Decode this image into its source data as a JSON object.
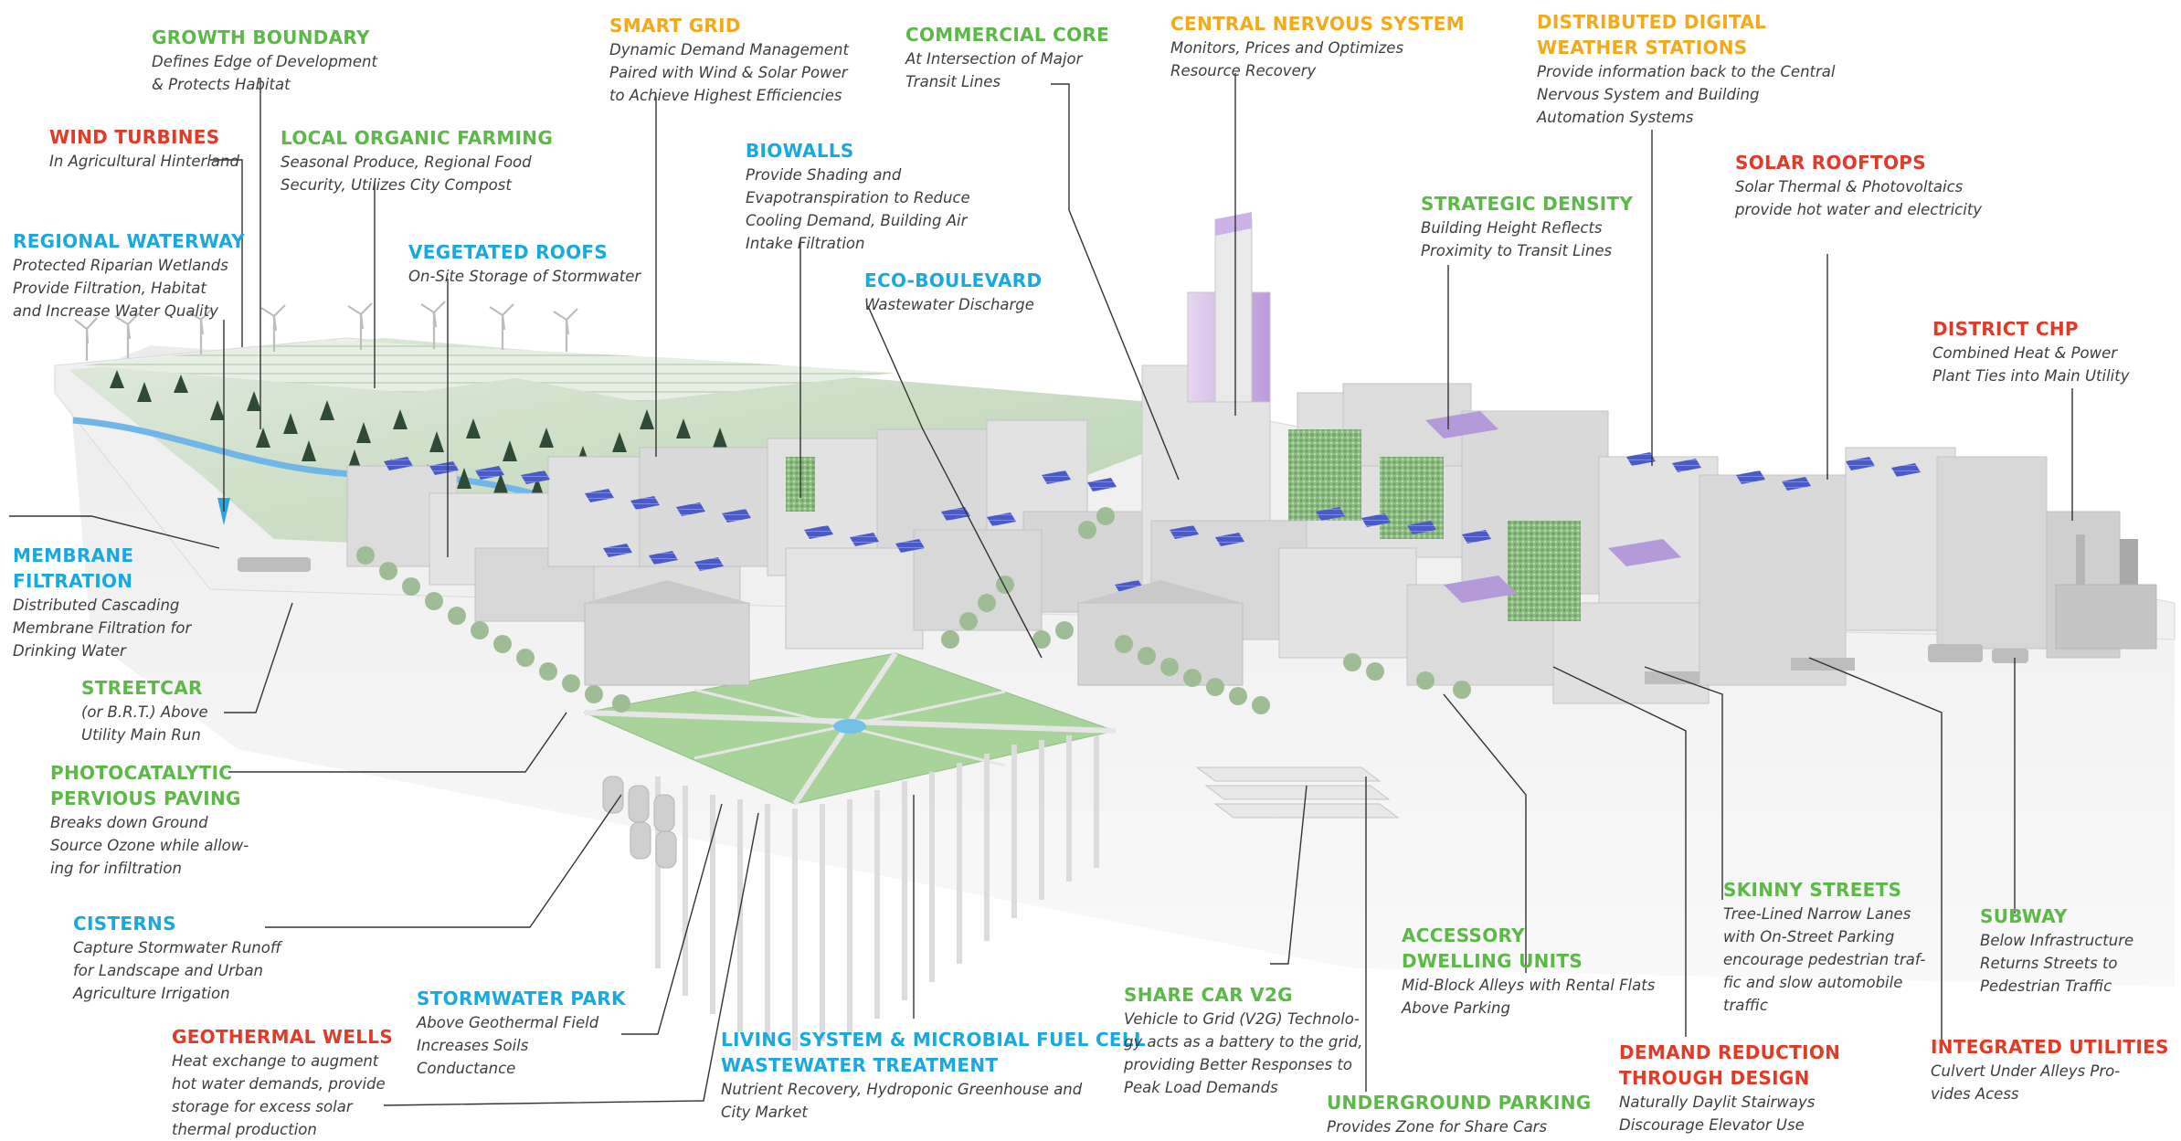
{
  "colors": {
    "green": "#5cb847",
    "blue": "#19a8e0",
    "orange": "#f2a91b",
    "red": "#e13a27",
    "description": "#3e3e3e",
    "leader": "#333333"
  },
  "labels": [
    {
      "id": "growth-boundary",
      "color": "green",
      "title": [
        "GROWTH BOUNDARY"
      ],
      "desc": [
        "Defines Edge of Development",
        "& Protects Habitat"
      ]
    },
    {
      "id": "wind-turbines",
      "color": "red",
      "title": [
        "WIND TURBINES"
      ],
      "desc": [
        "In Agricultural Hinterland"
      ]
    },
    {
      "id": "local-organic-farming",
      "color": "green",
      "title": [
        "LOCAL ORGANIC FARMING"
      ],
      "desc": [
        "Seasonal Produce, Regional Food",
        "Security, Utilizes City Compost"
      ]
    },
    {
      "id": "regional-waterway",
      "color": "blue",
      "title": [
        "REGIONAL WATERWAY"
      ],
      "desc": [
        "Protected Riparian Wetlands",
        "Provide Filtration, Habitat",
        "and Increase Water Quality"
      ]
    },
    {
      "id": "vegetated-roofs",
      "color": "blue",
      "title": [
        "VEGETATED ROOFS"
      ],
      "desc": [
        "On-Site Storage of Stormwater"
      ]
    },
    {
      "id": "smart-grid",
      "color": "orange",
      "title": [
        "SMART GRID"
      ],
      "desc": [
        "Dynamic Demand Management",
        "Paired with Wind & Solar Power",
        "to Achieve Highest Efficiencies"
      ]
    },
    {
      "id": "biowalls",
      "color": "blue",
      "title": [
        "BIOWALLS"
      ],
      "desc": [
        "Provide Shading and",
        "Evapotranspiration to Reduce",
        "Cooling Demand, Building Air",
        "Intake Filtration"
      ]
    },
    {
      "id": "commercial-core",
      "color": "green",
      "title": [
        "COMMERCIAL CORE"
      ],
      "desc": [
        "At Intersection of Major",
        "Transit Lines"
      ]
    },
    {
      "id": "eco-boulevard",
      "color": "blue",
      "title": [
        "ECO-BOULEVARD"
      ],
      "desc": [
        "Wastewater Discharge"
      ]
    },
    {
      "id": "central-nervous-system",
      "color": "orange",
      "title": [
        "CENTRAL NERVOUS SYSTEM"
      ],
      "desc": [
        "Monitors, Prices and Optimizes",
        "Resource Recovery"
      ]
    },
    {
      "id": "distributed-digital-weather-stations",
      "color": "orange",
      "title": [
        "DISTRIBUTED DIGITAL",
        "WEATHER STATIONS"
      ],
      "desc": [
        "Provide information back to the Central",
        "Nervous System and Building",
        "Automation Systems"
      ]
    },
    {
      "id": "strategic-density",
      "color": "green",
      "title": [
        "STRATEGIC DENSITY"
      ],
      "desc": [
        "Building Height Reflects",
        "Proximity to Transit Lines"
      ]
    },
    {
      "id": "solar-rooftops",
      "color": "red",
      "title": [
        "SOLAR ROOFTOPS"
      ],
      "desc": [
        "Solar Thermal & Photovoltaics",
        "provide hot water and electricity"
      ]
    },
    {
      "id": "district-chp",
      "color": "red",
      "title": [
        "DISTRICT CHP"
      ],
      "desc": [
        "Combined Heat & Power",
        "Plant Ties into Main Utility"
      ]
    },
    {
      "id": "membrane-filtration",
      "color": "blue",
      "title": [
        "MEMBRANE",
        "FILTRATION"
      ],
      "desc": [
        "Distributed Cascading",
        "Membrane Filtration for",
        "Drinking Water"
      ]
    },
    {
      "id": "streetcar",
      "color": "green",
      "title": [
        "STREETCAR"
      ],
      "desc": [
        "(or B.R.T.) Above",
        "Utility Main Run"
      ]
    },
    {
      "id": "photocatalytic-pervious-paving",
      "color": "green",
      "title": [
        "PHOTOCATALYTIC",
        "PERVIOUS PAVING"
      ],
      "desc": [
        "Breaks down Ground",
        "Source Ozone while allow-",
        "ing for infiltration"
      ]
    },
    {
      "id": "cisterns",
      "color": "blue",
      "title": [
        "CISTERNS"
      ],
      "desc": [
        "Capture Stormwater Runoff",
        "for Landscape and Urban",
        "Agriculture Irrigation"
      ]
    },
    {
      "id": "stormwater-park",
      "color": "blue",
      "title": [
        "STORMWATER PARK"
      ],
      "desc": [
        "Above Geothermal Field",
        "Increases Soils",
        "Conductance"
      ]
    },
    {
      "id": "geothermal-wells",
      "color": "red",
      "title": [
        "GEOTHERMAL WELLS"
      ],
      "desc": [
        "Heat exchange to augment",
        "hot water demands, provide",
        "storage for excess solar",
        "thermal production"
      ]
    },
    {
      "id": "living-system",
      "color": "blue",
      "title": [
        "LIVING SYSTEM & MICROBIAL FUEL CELL",
        "WASTEWATER TREATMENT"
      ],
      "desc": [
        "Nutrient Recovery, Hydroponic Greenhouse and",
        "City Market"
      ]
    },
    {
      "id": "share-car-v2g",
      "color": "green",
      "title": [
        "SHARE CAR V2G"
      ],
      "desc": [
        "Vehicle to Grid (V2G) Technolo-",
        "gy acts as a battery to the grid,",
        "providing Better Responses to",
        "Peak Load Demands"
      ]
    },
    {
      "id": "underground-parking",
      "color": "green",
      "title": [
        "UNDERGROUND PARKING"
      ],
      "desc": [
        "Provides Zone for Share Cars"
      ]
    },
    {
      "id": "accessory-dwelling-units",
      "color": "green",
      "title": [
        "ACCESSORY",
        "DWELLING UNITS"
      ],
      "desc": [
        "Mid-Block Alleys with Rental Flats",
        "Above Parking"
      ]
    },
    {
      "id": "skinny-streets",
      "color": "green",
      "title": [
        "SKINNY STREETS"
      ],
      "desc": [
        "Tree-Lined Narrow Lanes",
        "with On-Street Parking",
        "encourage pedestrian traf-",
        "fic and slow automobile",
        "traffic"
      ]
    },
    {
      "id": "subway",
      "color": "green",
      "title": [
        "SUBWAY"
      ],
      "desc": [
        "Below Infrastructure",
        "Returns Streets to",
        "Pedestrian Traffic"
      ]
    },
    {
      "id": "demand-reduction",
      "color": "red",
      "title": [
        "DEMAND REDUCTION",
        "THROUGH DESIGN"
      ],
      "desc": [
        "Naturally Daylit Stairways",
        "Discourage Elevator Use"
      ]
    },
    {
      "id": "integrated-utilities",
      "color": "red",
      "title": [
        "INTEGRATED UTILITIES"
      ],
      "desc": [
        "Culvert Under Alleys Pro-",
        "vides Acess"
      ]
    }
  ]
}
